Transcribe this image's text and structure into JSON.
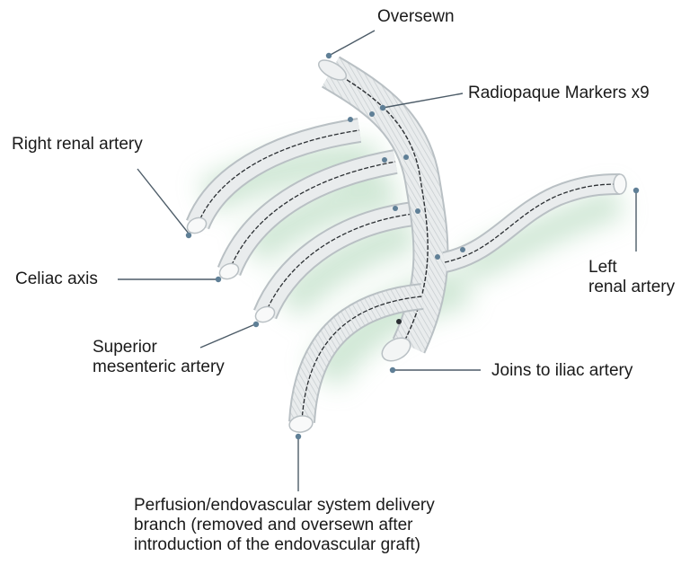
{
  "labels": {
    "oversewn": "Oversewn",
    "radiopaque_markers": "Radiopaque Markers x9",
    "right_renal_artery": "Right renal artery",
    "celiac_axis": "Celiac axis",
    "superior_mesenteric_artery": "Superior\nmesenteric artery",
    "left_renal_artery": "Left\nrenal artery",
    "joins_to_iliac_artery": "Joins to iliac artery",
    "perfusion_branch": "Perfusion/endovascular system delivery\nbranch (removed and oversewn after\nintroduction of the endovascular graft)"
  },
  "colors": {
    "tube_fill": "#e9eced",
    "tube_edge": "#b9c0c4",
    "shadow": "#a9d4b3",
    "stripe": "#2b2f33",
    "leader": "#4d5c68",
    "marker": "#5f7f96",
    "text": "#1a1a1a"
  }
}
